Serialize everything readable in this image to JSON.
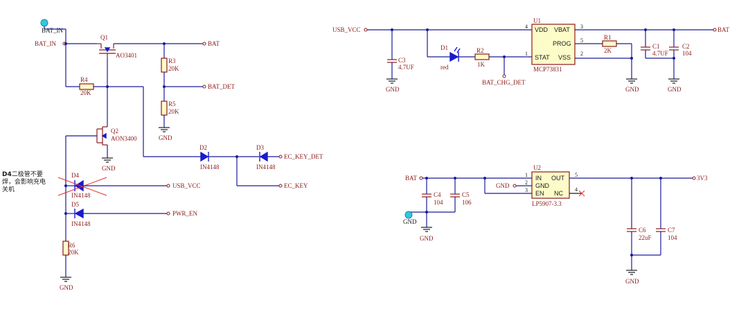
{
  "nets": {
    "bat_in_probe": "BAT_IN",
    "bat_in": "BAT_IN",
    "bat": "BAT",
    "bat_det": "BAT_DET",
    "usb_vcc_left": "USB_VCC",
    "pwr_en": "PWR_EN",
    "ec_key_det": "EC_KEY_DET",
    "ec_key": "EC_KEY",
    "gnd": "GND",
    "usb_vcc_right": "USB_VCC",
    "bat_right": "BAT",
    "bat_chg_det": "BAT_CHG_DET",
    "bat_ldo": "BAT",
    "gnd_ldo_pin": "GND",
    "gnd_probe": "GND",
    "v3v3": "3V3"
  },
  "components": {
    "q1": {
      "ref": "Q1",
      "value": "AO3401"
    },
    "q2": {
      "ref": "Q2",
      "value": "AON3400"
    },
    "r3": {
      "ref": "R3",
      "value": "20K"
    },
    "r4": {
      "ref": "R4",
      "value": "20K"
    },
    "r5": {
      "ref": "R5",
      "value": "20K"
    },
    "r6": {
      "ref": "R6",
      "value": "20K"
    },
    "d2": {
      "ref": "D2",
      "value": "IN4148"
    },
    "d3": {
      "ref": "D3",
      "value": "IN4148"
    },
    "d4": {
      "ref": "D4",
      "value": "IN4148"
    },
    "d5": {
      "ref": "D5",
      "value": "IN4148"
    },
    "u1": {
      "ref": "U1",
      "value": "MCP73831",
      "pins": {
        "vdd": "VDD",
        "vbat": "VBAT",
        "prog": "PROG",
        "stat": "STAT",
        "vss": "VSS"
      },
      "pin_numbers": {
        "p4": "4",
        "p3": "3",
        "p5": "5",
        "p1": "1",
        "p2": "2"
      }
    },
    "c3": {
      "ref": "C3",
      "value": "4.7UF"
    },
    "d1": {
      "ref": "D1",
      "value": "red"
    },
    "r2": {
      "ref": "R2",
      "value": "1K"
    },
    "r1": {
      "ref": "R1",
      "value": "2K"
    },
    "c1": {
      "ref": "C1",
      "value": "4.7UF"
    },
    "c2": {
      "ref": "C2",
      "value": "104"
    },
    "u2": {
      "ref": "U2",
      "value": "LP5907-3.3",
      "pins": {
        "in": "IN",
        "out": "OUT",
        "gnd": "GND",
        "en": "EN",
        "nc": "NC"
      },
      "pin_numbers": {
        "p1": "1",
        "p2": "2",
        "p3": "3",
        "p5": "5",
        "p4": "4"
      }
    },
    "c4": {
      "ref": "C4",
      "value": "104"
    },
    "c5": {
      "ref": "C5",
      "value": "106"
    },
    "c6": {
      "ref": "C6",
      "value": "22uF"
    },
    "c7": {
      "ref": "C7",
      "value": "104"
    }
  },
  "note": {
    "line1_prefix": "D4",
    "line1": "二极管不要",
    "line2": "焊，会影响充电",
    "line3": "关机"
  }
}
